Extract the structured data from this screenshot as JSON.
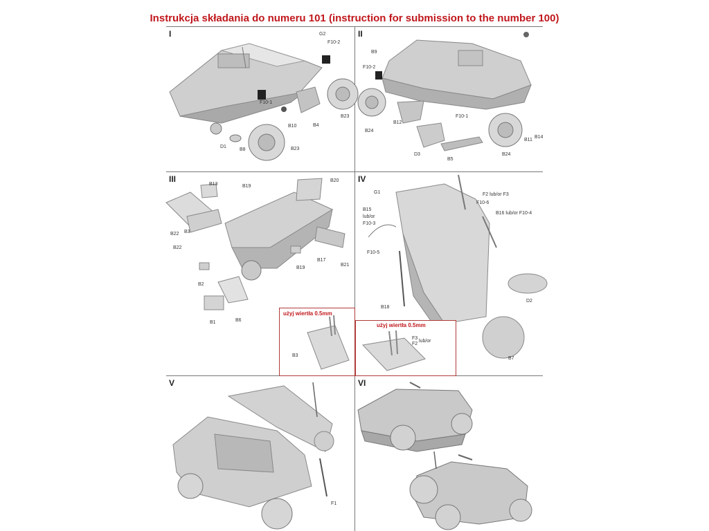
{
  "title": "Instrukcja składania do numeru 101 (instruction for submission to the number 100)",
  "panels": [
    {
      "number": "I",
      "labels": [
        "G2",
        "F10-2",
        "F10-1",
        "B10",
        "B4",
        "B23",
        "D1",
        "B8",
        "B23"
      ]
    },
    {
      "number": "II",
      "labels": [
        "B9",
        "F10-2",
        "B12",
        "B24",
        "F10-1",
        "D3",
        "B5",
        "B24",
        "B11",
        "B14"
      ]
    },
    {
      "number": "III",
      "labels": [
        "B13",
        "B19",
        "B20",
        "B22",
        "B3",
        "B22",
        "B19",
        "B17",
        "B21",
        "B2",
        "B1",
        "B6"
      ]
    },
    {
      "number": "IV",
      "labels": [
        "G1",
        "F2 lub/or F3",
        "F10-6",
        "B15",
        "lub/or",
        "F10-3",
        "B16 lub/or F10-4",
        "F10-5",
        "D2",
        "B18",
        "B7"
      ]
    },
    {
      "number": "V",
      "labels": [
        "F1"
      ]
    },
    {
      "number": "VI",
      "labels": []
    }
  ],
  "insets": [
    {
      "title": "użyj wiertła 0.5mm",
      "labels": [
        "B3"
      ]
    },
    {
      "title": "użyj wiertła 0.5mm",
      "labels": [
        "F3",
        "F2",
        "lub/or"
      ]
    }
  ]
}
